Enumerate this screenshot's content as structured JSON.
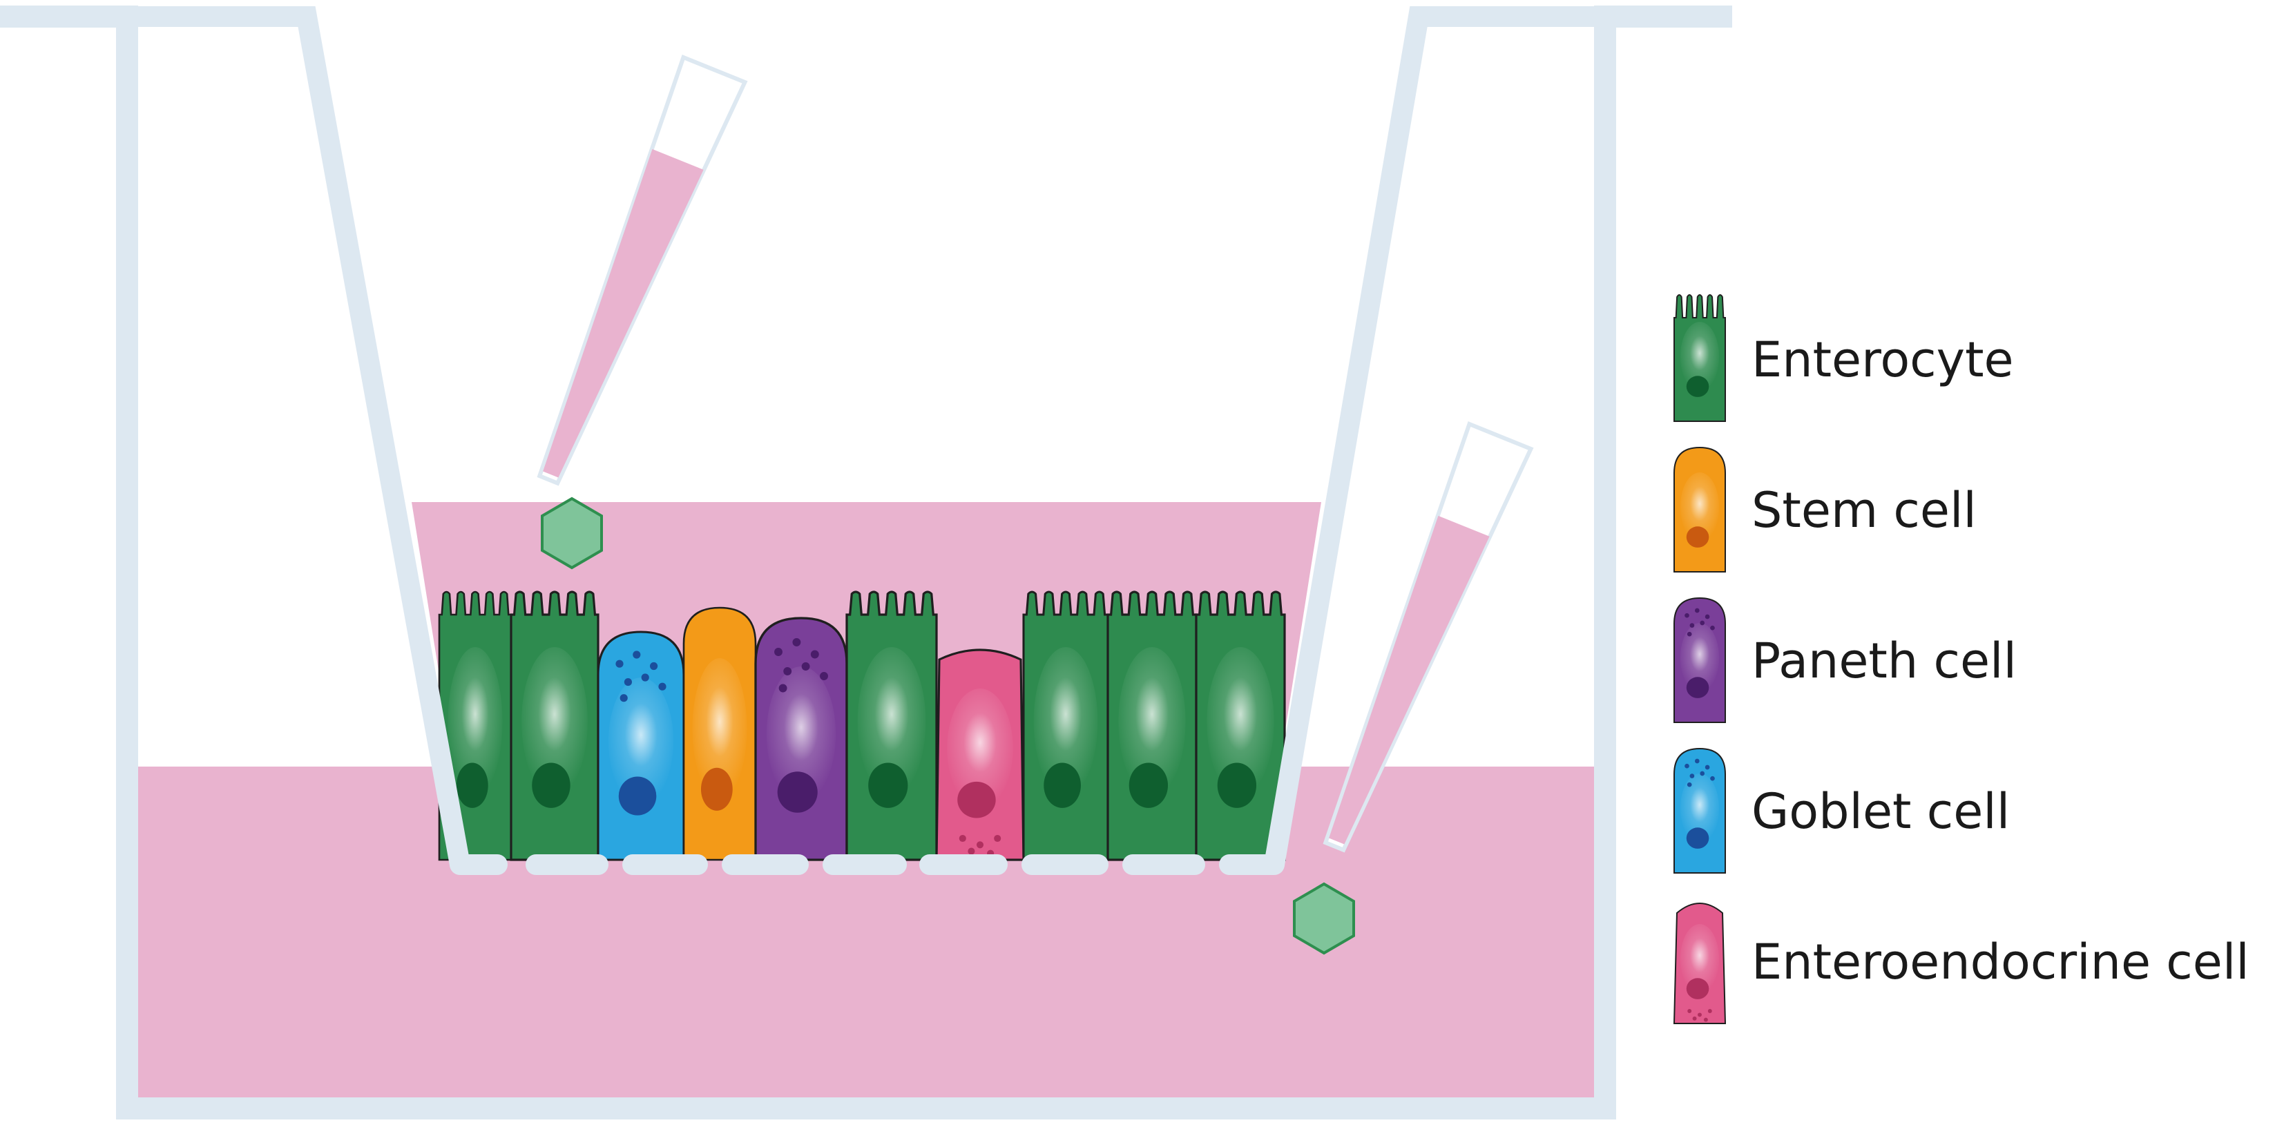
{
  "colors": {
    "well_wall": "#dde8f1",
    "medium": "#e9b3cf",
    "membrane_gap": "#ffffff",
    "pipette_tip_outline": "#dde8f1",
    "compound": "#7fc49a",
    "compound_stroke": "#2e8f4f",
    "enterocyte": "#2e8b4f",
    "enterocyte_nucleus": "#0f5f2f",
    "stem": "#f39a18",
    "stem_nucleus": "#c95a10",
    "paneth": "#7a3f99",
    "paneth_nucleus": "#4a1d6a",
    "goblet": "#2aa6e0",
    "goblet_nucleus": "#1b4f9c",
    "enteroendocrine": "#e25a8c",
    "enteroendocrine_nucleus": "#b0305f",
    "cell_outline": "#1f1f1f"
  },
  "icons": {
    "compound": "hexagon-icon",
    "pipette": "pipette-tip-icon"
  },
  "legend": [
    {
      "key": "enterocyte",
      "label": "Enterocyte",
      "icon": "enterocyte-cell-icon"
    },
    {
      "key": "stem",
      "label": "Stem cell",
      "icon": "stem-cell-icon"
    },
    {
      "key": "paneth",
      "label": "Paneth cell",
      "icon": "paneth-cell-icon"
    },
    {
      "key": "goblet",
      "label": "Goblet cell",
      "icon": "goblet-cell-icon"
    },
    {
      "key": "enteroendocrine",
      "label": "Enteroendocrine cell",
      "icon": "enteroendocrine-cell-icon"
    }
  ],
  "monolayer": [
    "enterocyte",
    "enterocyte",
    "goblet",
    "stem",
    "paneth",
    "enterocyte",
    "enteroendocrine",
    "enterocyte",
    "enterocyte",
    "enterocyte"
  ]
}
